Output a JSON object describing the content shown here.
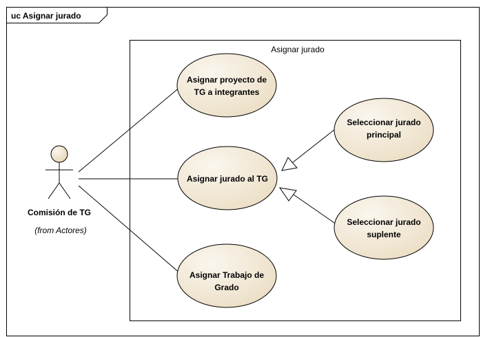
{
  "frame": {
    "title": "uc Asignar jurado"
  },
  "system": {
    "name": "Asignar jurado"
  },
  "actor": {
    "name": "Comisión de TG",
    "origin": "(from Actores)"
  },
  "use_cases": {
    "asignar_proyecto": {
      "line1": "Asignar proyecto de",
      "line2": "TG a integrantes"
    },
    "asignar_jurado": {
      "line1": "Asignar jurado al TG"
    },
    "asignar_trabajo": {
      "line1": "Asignar Trabajo de",
      "line2": "Grado"
    },
    "seleccionar_principal": {
      "line1": "Seleccionar jurado",
      "line2": "principal"
    },
    "seleccionar_suplente": {
      "line1": "Seleccionar jurado",
      "line2": "suplente"
    }
  },
  "colors": {
    "usecase_fill": "#f1e7d3",
    "usecase_fill_light": "#faf6ee",
    "stroke": "#000000"
  }
}
